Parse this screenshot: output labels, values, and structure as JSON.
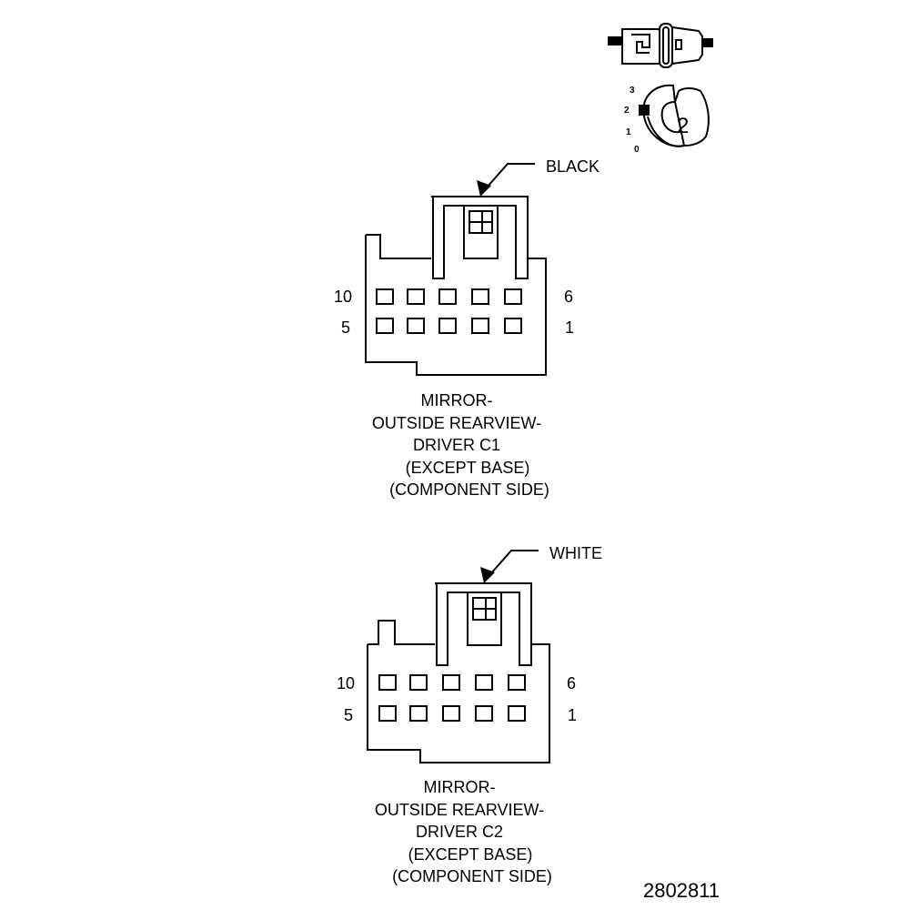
{
  "icon": {
    "name": "connector-key-icon",
    "key_number": "2",
    "positions": [
      "3",
      "2",
      "1",
      "0"
    ]
  },
  "connectors": [
    {
      "color_label": "BLACK",
      "pins_top_left": "10",
      "pins_top_right": "6",
      "pins_bottom_left": "5",
      "pins_bottom_right": "1",
      "caption": [
        "MIRROR-",
        "OUTSIDE REARVIEW-",
        "DRIVER C1",
        "(EXCEPT BASE)",
        "(COMPONENT SIDE)"
      ]
    },
    {
      "color_label": "WHITE",
      "pins_top_left": "10",
      "pins_top_right": "6",
      "pins_bottom_left": "5",
      "pins_bottom_right": "1",
      "caption": [
        "MIRROR-",
        "OUTSIDE REARVIEW-",
        "DRIVER C2",
        "(EXCEPT BASE)",
        "(COMPONENT SIDE)"
      ]
    }
  ],
  "figure_id": "2802811"
}
